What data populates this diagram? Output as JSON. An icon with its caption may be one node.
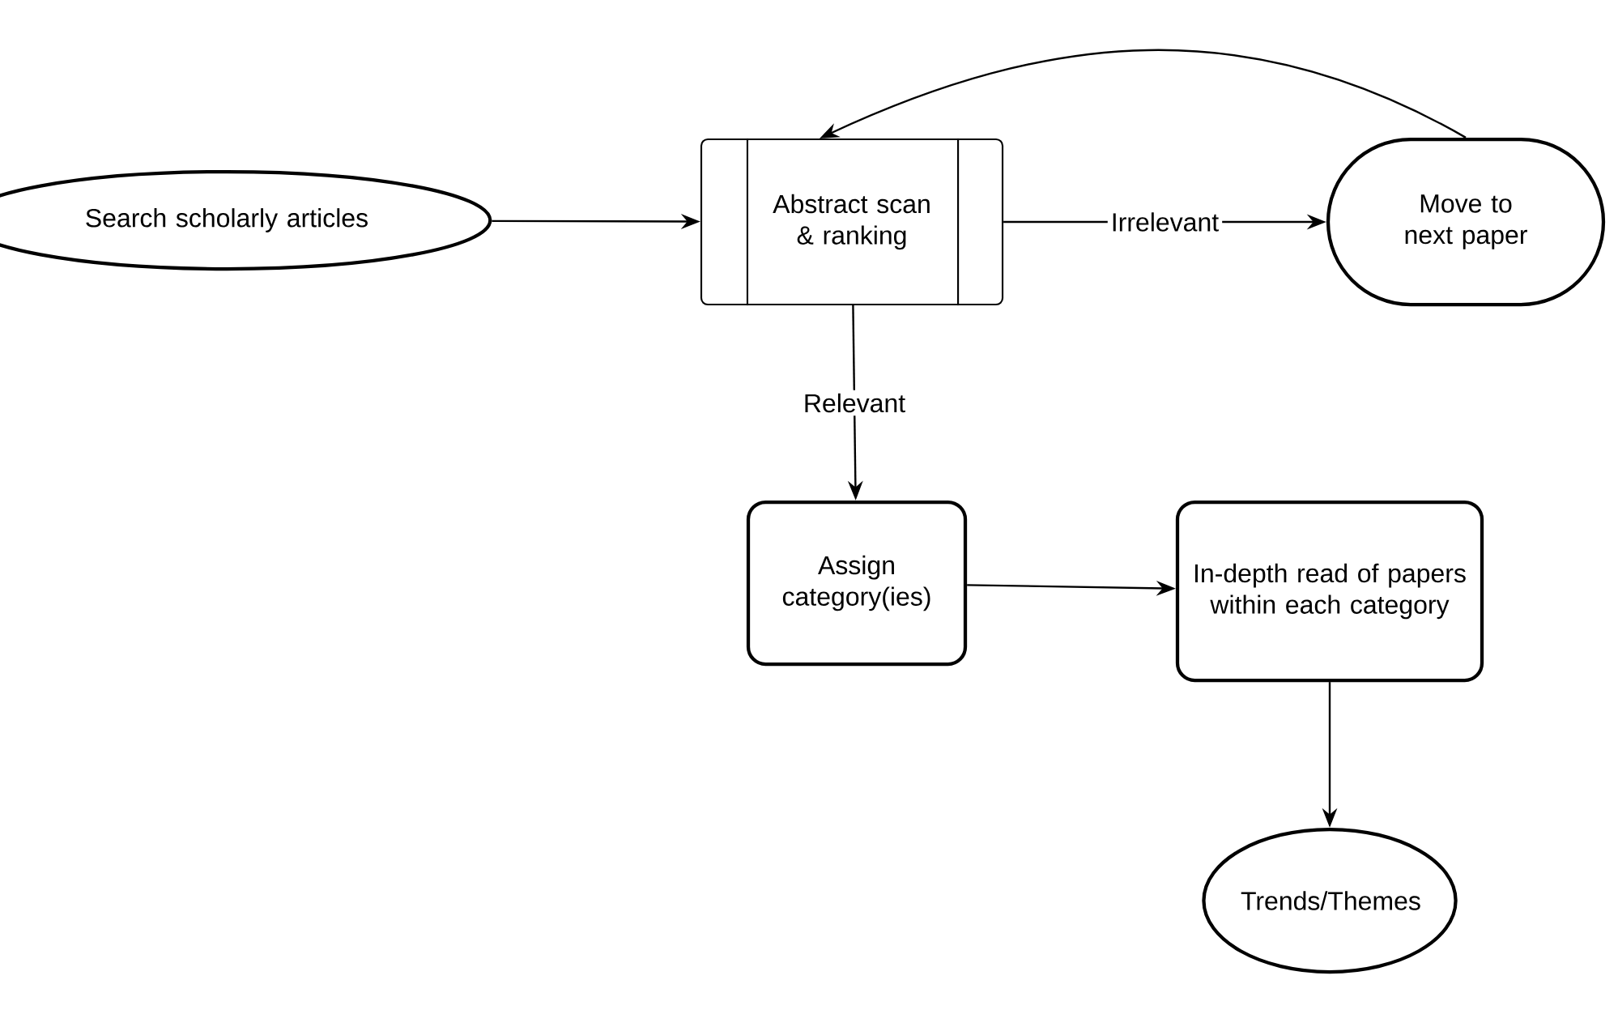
{
  "diagram": {
    "nodes": [
      {
        "text": [
          "Search scholarly articles"
        ]
      },
      {
        "text": [
          "Abstract scan & ranking"
        ]
      },
      {
        "text": [
          "Move to next paper"
        ]
      },
      {
        "text": [
          "Assign category(ies)"
        ]
      },
      {
        "text": [
          "In-depth read of papers within each category"
        ]
      },
      {
        "text": [
          "Trends/Themes"
        ]
      }
    ],
    "edges": [
      {
        "from": 0,
        "to": 1,
        "arrow": "to"
      },
      {
        "from": 1,
        "to": 2,
        "arrow": "to",
        "label": "Irrelevant"
      },
      {
        "from": 2,
        "to": 1,
        "arrow": "to"
      },
      {
        "from": 1,
        "to": 3,
        "arrow": "to",
        "label": "Relevant"
      },
      {
        "from": 3,
        "to": 4,
        "arrow": "to"
      },
      {
        "from": 4,
        "to": 5,
        "arrow": "to"
      }
    ]
  }
}
